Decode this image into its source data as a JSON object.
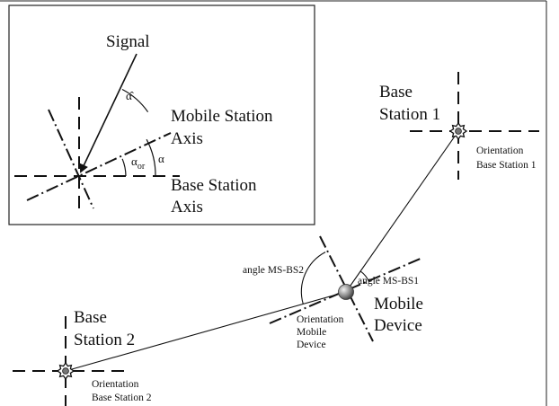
{
  "inset": {
    "signal": "Signal",
    "alpha_hat": "α̂",
    "mobile_station_axis_line1": "Mobile Station",
    "mobile_station_axis_line2": "Axis",
    "alpha_or_base": "α",
    "alpha_or_sub": "or",
    "alpha": "α",
    "base_station_axis_line1": "Base Station",
    "base_station_axis_line2": "Axis"
  },
  "base_station_1": {
    "label_line1": "Base",
    "label_line2": "Station 1",
    "orientation_line1": "Orientation",
    "orientation_line2": "Base Station 1"
  },
  "base_station_2": {
    "label_line1": "Base",
    "label_line2": "Station 2",
    "orientation_line1": "Orientation",
    "orientation_line2": "Base Station 2"
  },
  "mobile_device": {
    "label_line1": "Mobile",
    "label_line2": "Device",
    "orientation_line1": "Orientation",
    "orientation_line2": "Mobile",
    "orientation_line3": "Device",
    "angle_ms_bs1": "angle MS-BS1",
    "angle_ms_bs2": "angle MS-BS2"
  },
  "icons": [
    "station-star-icon",
    "mobile-sphere-icon"
  ],
  "colors": {
    "line": "#1a1a1a",
    "background": "#ffffff"
  }
}
